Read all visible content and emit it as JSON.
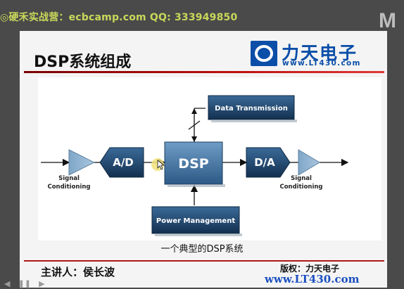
{
  "watermark": "◎硬禾实战营：ecbcamp.com  QQ: 333949850",
  "corner_logo": "M",
  "slide": {
    "title": "DSP系统组成",
    "brand_name": "力天电子",
    "brand_url": "www.LT430.com",
    "caption": "一个典型的DSP系统",
    "lecturer": "主讲人：侯长波",
    "copyright": "版权：力天电子",
    "footer_url": "www.LT430.com"
  },
  "diagram": {
    "blocks": {
      "data_transmission": "Data Transmission",
      "ad": "A/D",
      "dsp": "DSP",
      "da": "D/A",
      "power_management": "Power Management"
    },
    "signal_conditioning_left": [
      "Signal",
      "Conditioning"
    ],
    "signal_conditioning_right": [
      "Signal",
      "Conditioning"
    ]
  },
  "player": {
    "controls": [
      "prev-icon",
      "pause-icon",
      "next-icon"
    ]
  },
  "colors": {
    "block_dark": "#173a5c",
    "block_mid": "#2f5d88",
    "dsp_block": "#3f6f9a",
    "accent_red": "#b01818",
    "brand_blue": "#0a4ea8"
  }
}
